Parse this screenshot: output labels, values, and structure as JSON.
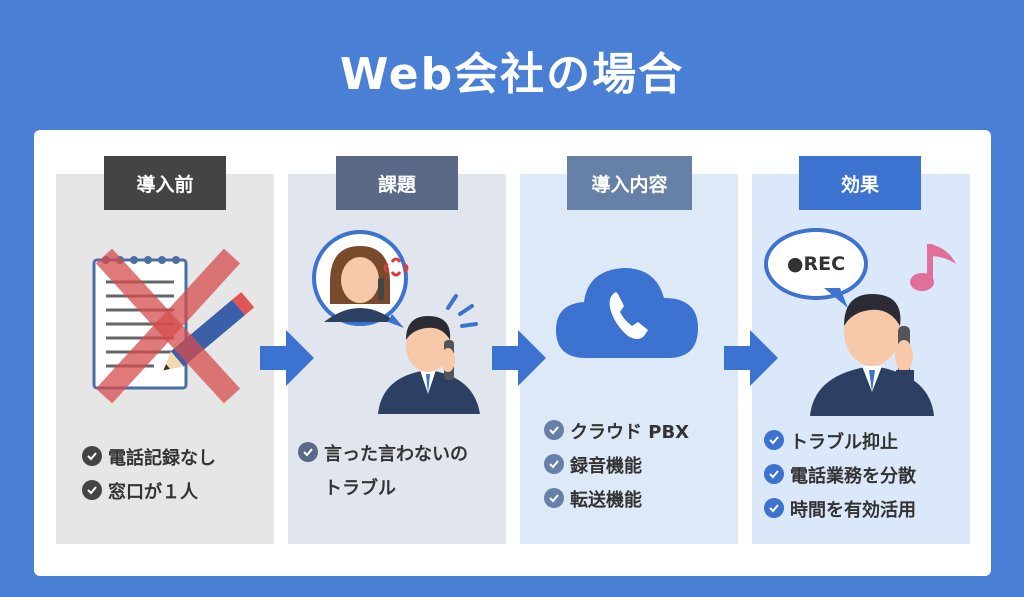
{
  "title": "Web会社の場合",
  "columns": [
    {
      "heading": "導入前",
      "items": [
        "電話記録なし",
        "窓口が１人"
      ]
    },
    {
      "heading": "課題",
      "items": [
        "言った言わないの",
        "トラブル"
      ]
    },
    {
      "heading": "導入内容",
      "items": [
        "クラウド PBX",
        "録音機能",
        "転送機能"
      ]
    },
    {
      "heading": "効果",
      "items": [
        "トラブル抑止",
        "電話業務を分散",
        "時間を有効活用"
      ]
    }
  ],
  "rec_label": "●REC",
  "colors": {
    "background": "#4a7fd6",
    "accent": "#3c72d0",
    "dark": "#444444"
  }
}
